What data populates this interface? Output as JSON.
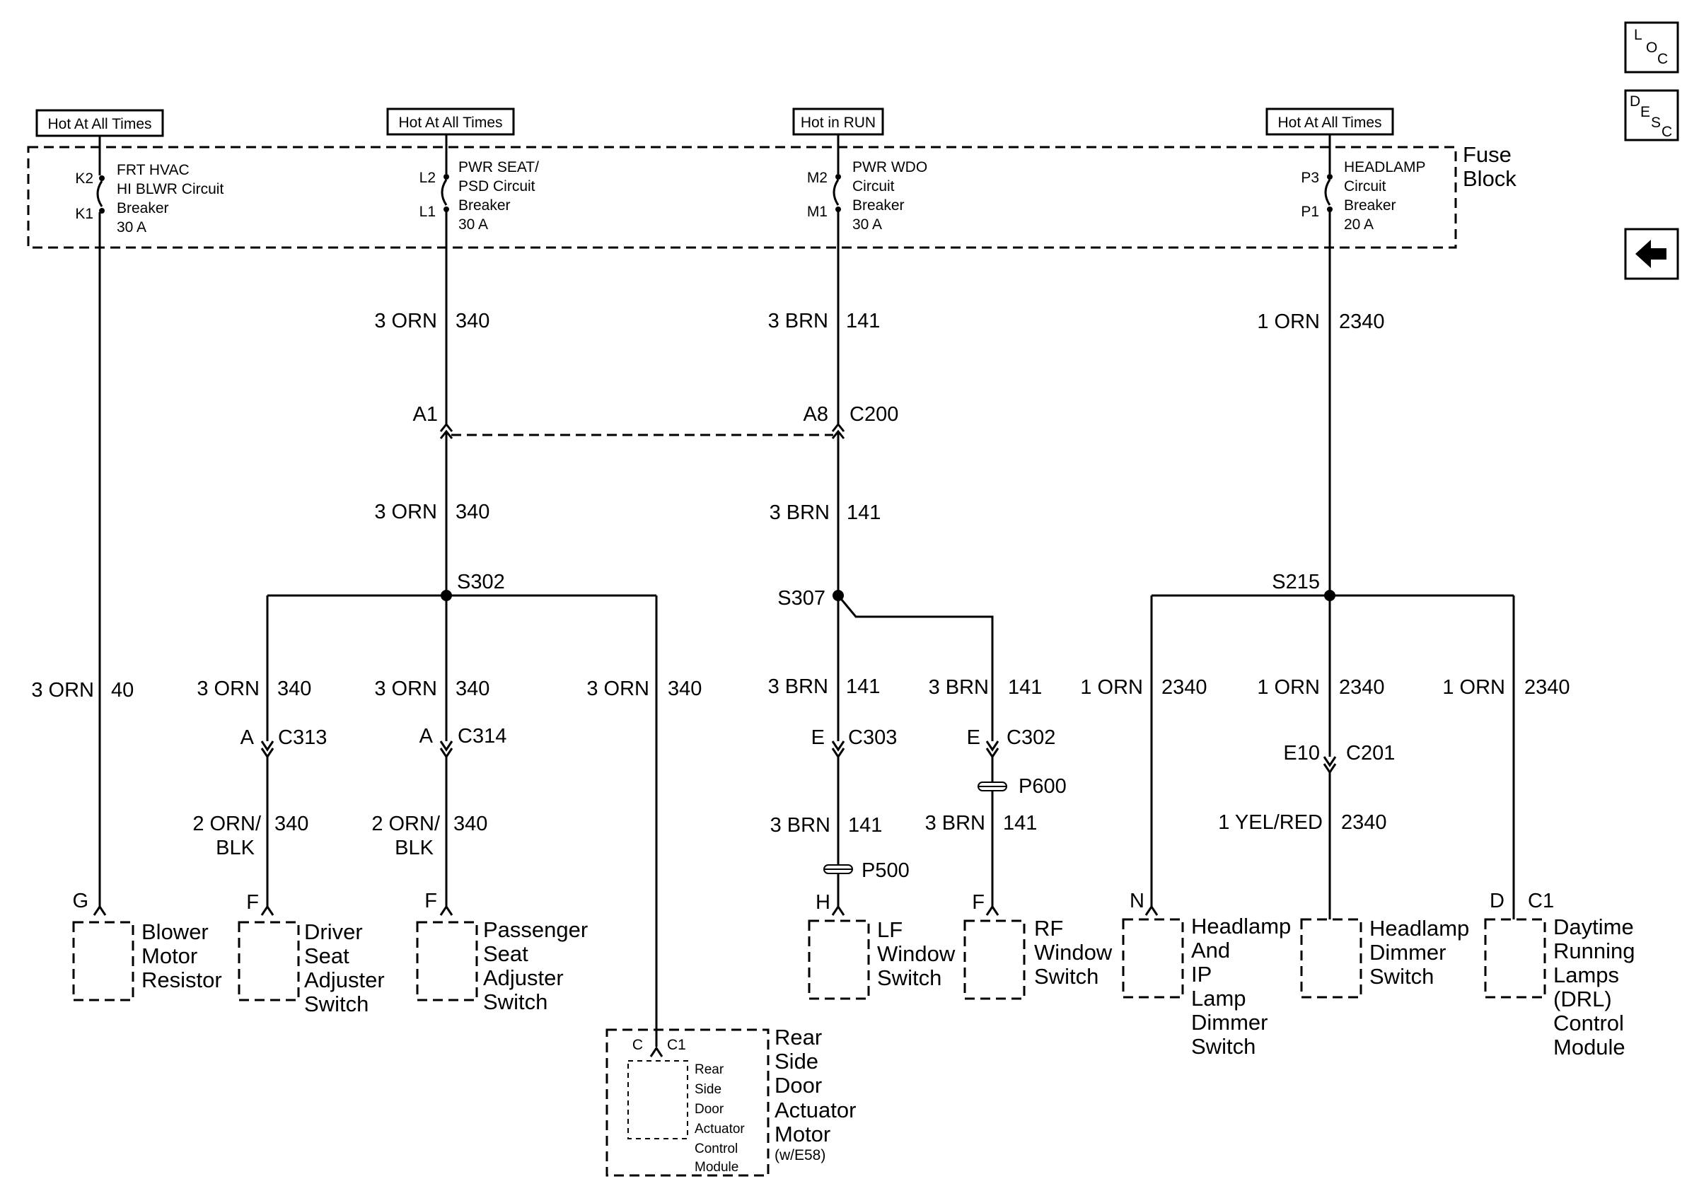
{
  "hot_labels": {
    "k": "Hot At All Times",
    "l": "Hot At All Times",
    "m": "Hot in RUN",
    "p": "Hot At All Times"
  },
  "fuse_block": {
    "line1": "Fuse",
    "line2": "Block"
  },
  "breakers": {
    "k": {
      "pin_top": "K2",
      "pin_bottom": "K1",
      "lines": [
        "FRT HVAC",
        "HI BLWR Circuit",
        "Breaker",
        "30 A"
      ]
    },
    "l": {
      "pin_top": "L2",
      "pin_bottom": "L1",
      "lines": [
        "PWR SEAT/",
        "PSD Circuit",
        "Breaker",
        "30 A"
      ]
    },
    "m": {
      "pin_top": "M2",
      "pin_bottom": "M1",
      "lines": [
        "PWR WDO",
        "Circuit",
        "Breaker",
        "30 A"
      ]
    },
    "p": {
      "pin_top": "P3",
      "pin_bottom": "P1",
      "lines": [
        "HEADLAMP",
        "Circuit",
        "Breaker",
        "20 A"
      ]
    }
  },
  "wires": {
    "l_upper": {
      "color": "3 ORN",
      "num": "340"
    },
    "m_upper": {
      "color": "3 BRN",
      "num": "141"
    },
    "p_upper": {
      "color": "1 ORN",
      "num": "2340"
    },
    "l_mid": {
      "color": "3 ORN",
      "num": "340"
    },
    "m_mid": {
      "color": "3 BRN",
      "num": "141"
    },
    "blower": {
      "color": "3 ORN",
      "num": "40"
    },
    "driver": {
      "color": "3 ORN",
      "num": "340"
    },
    "pass": {
      "color": "3 ORN",
      "num": "340"
    },
    "rear": {
      "color": "3 ORN",
      "num": "340"
    },
    "lf": {
      "color": "3 BRN",
      "num": "141"
    },
    "rf": {
      "color": "3 BRN",
      "num": "141"
    },
    "hl_n": {
      "color": "1 ORN",
      "num": "2340"
    },
    "hl_dim": {
      "color": "1 ORN",
      "num": "2340"
    },
    "drl": {
      "color": "1 ORN",
      "num": "2340"
    },
    "driver_low": {
      "color1": "2 ORN/",
      "color2": "BLK",
      "num": "340"
    },
    "pass_low": {
      "color1": "2 ORN/",
      "color2": "BLK",
      "num": "340"
    },
    "lf_low": {
      "color": "3 BRN",
      "num": "141"
    },
    "rf_low": {
      "color": "3 BRN",
      "num": "141"
    },
    "dim_low": {
      "color": "1 YEL/RED",
      "num": "2340"
    }
  },
  "connectors": {
    "c200_a1": "A1",
    "c200_a8": "A8",
    "c200": "C200",
    "c313_pin": "A",
    "c313": "C313",
    "c314_pin": "A",
    "c314": "C314",
    "c303_pin": "E",
    "c303": "C303",
    "c302_pin": "E",
    "c302": "C302",
    "c201_pin": "E10",
    "c201": "C201",
    "p600": "P600",
    "p500": "P500"
  },
  "splices": {
    "s302": "S302",
    "s307": "S307",
    "s215": "S215"
  },
  "component_pins": {
    "blower": "G",
    "driver": "F",
    "pass": "F",
    "lf": "H",
    "rf": "F",
    "hl": "N",
    "drl_pin": "D",
    "drl_conn": "C1",
    "rear_pin": "C",
    "rear_conn": "C1"
  },
  "components": {
    "blower": [
      "Blower",
      "Motor",
      "Resistor"
    ],
    "driver": [
      "Driver",
      "Seat",
      "Adjuster",
      "Switch"
    ],
    "pass": [
      "Passenger",
      "Seat",
      "Adjuster",
      "Switch"
    ],
    "lf": [
      "LF",
      "Window",
      "Switch"
    ],
    "rf": [
      "RF",
      "Window",
      "Switch"
    ],
    "hl": [
      "Headlamp",
      "And",
      "IP",
      "Lamp",
      "Dimmer",
      "Switch"
    ],
    "dim": [
      "Headlamp",
      "Dimmer",
      "Switch"
    ],
    "drl": [
      "Daytime",
      "Running",
      "Lamps",
      "(DRL)",
      "Control",
      "Module"
    ],
    "rear_outer": [
      "Rear",
      "Side",
      "Door",
      "Actuator",
      "Motor"
    ],
    "rear_option": "(w/E58)",
    "rear_inner": [
      "Rear",
      "Side",
      "Door",
      "Actuator",
      "Control",
      "Module"
    ]
  },
  "nav": {
    "loc": {
      "a": "L",
      "b": "O",
      "c": "C"
    },
    "desc": {
      "a": "D",
      "b": "E",
      "c": "S",
      "d": "C"
    },
    "back": "back-arrow-icon"
  }
}
